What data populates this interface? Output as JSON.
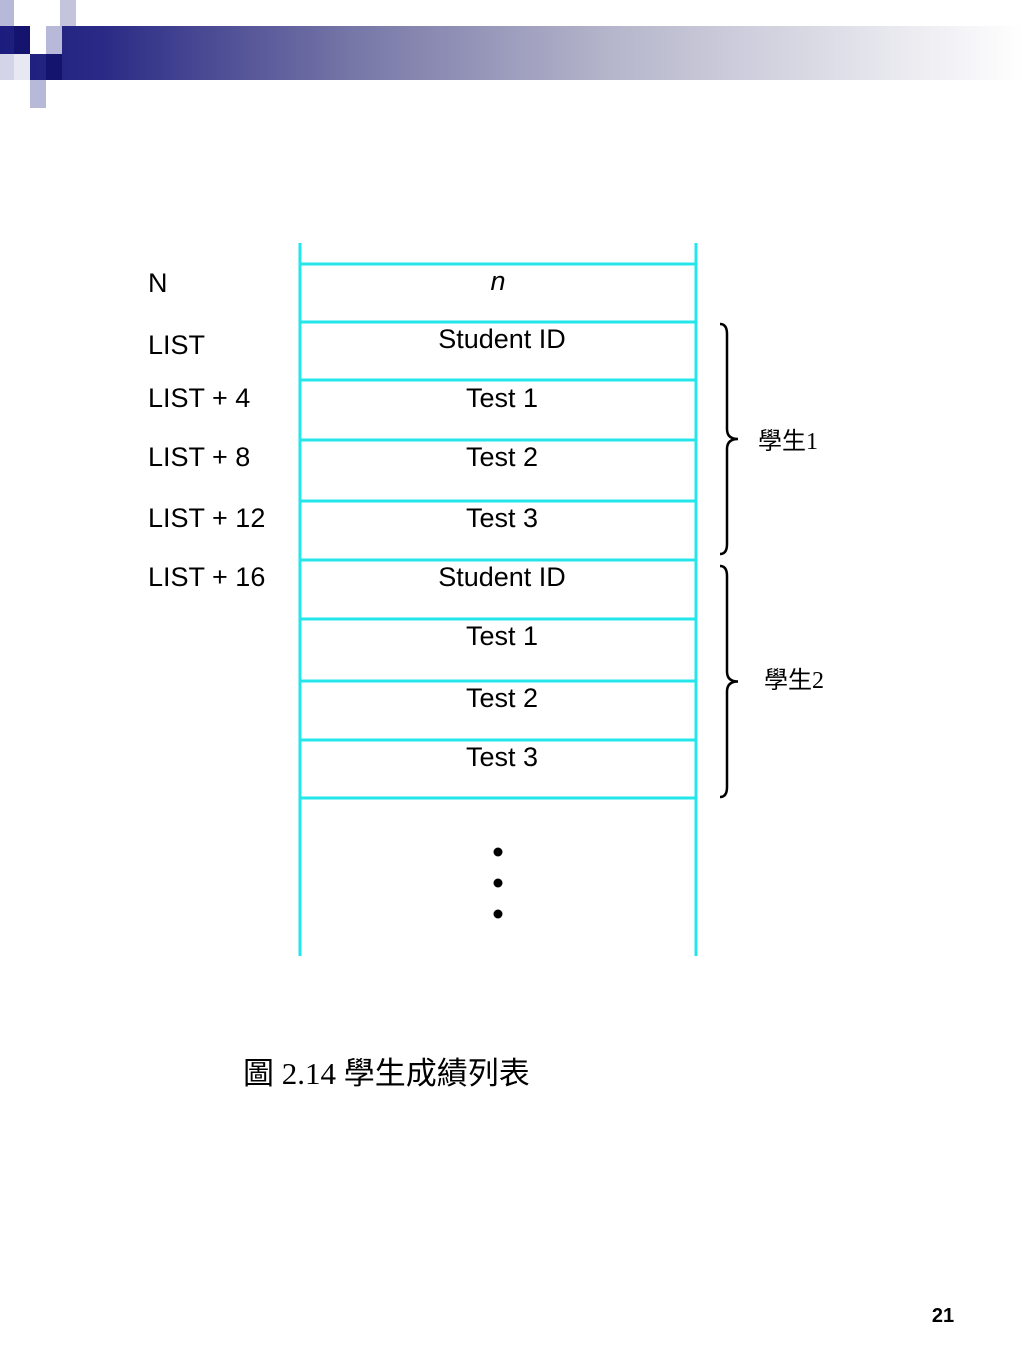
{
  "memory_layout": {
    "cells": [
      {
        "label": "n",
        "italic": true
      },
      {
        "label": "Student ID"
      },
      {
        "label": "Test 1"
      },
      {
        "label": "Test 2"
      },
      {
        "label": "Test 3"
      },
      {
        "label": "Student ID"
      },
      {
        "label": "Test 1"
      },
      {
        "label": "Test 2"
      },
      {
        "label": "Test 3"
      }
    ],
    "addresses": [
      "N",
      "LIST",
      "LIST + 4",
      "LIST + 8",
      "LIST + 12",
      "LIST + 16"
    ],
    "continuation_marker": "ellipsis-vertical",
    "groups": [
      {
        "label": "學生1",
        "cell_range": [
          1,
          4
        ]
      },
      {
        "label": "學生2",
        "cell_range": [
          5,
          8
        ]
      }
    ],
    "border_color": "#22e6ea"
  },
  "caption": "圖 2.14  學生成績列表",
  "page_number": "21",
  "colors": {
    "accent": "#22e6ea",
    "header_dark": "#1c1c7e",
    "header_light": "#ffffff",
    "text": "#000000"
  }
}
